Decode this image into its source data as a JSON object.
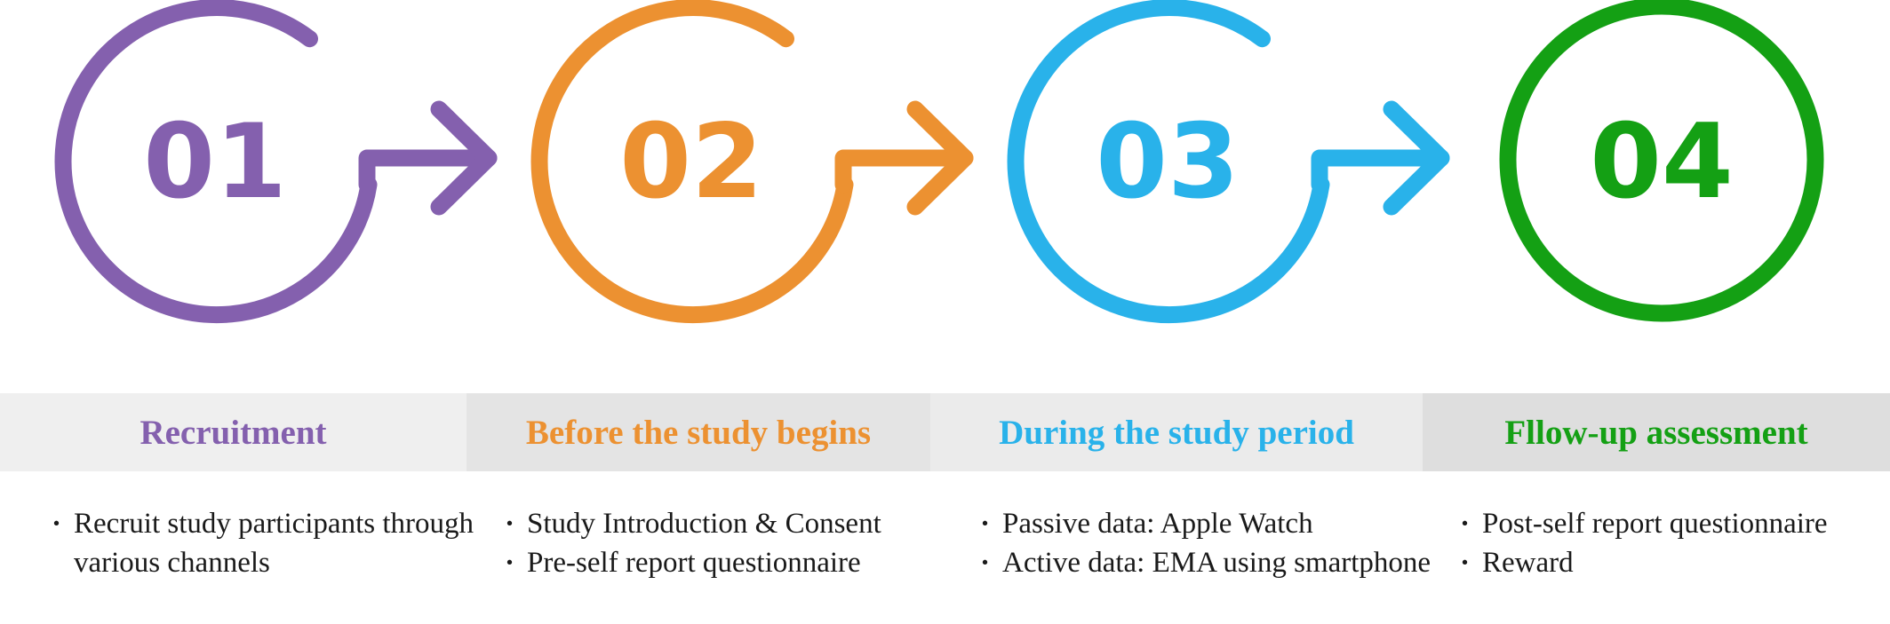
{
  "steps": [
    {
      "number": "01",
      "color": "#8460AE",
      "band_bg": "#EFEFEF",
      "title": "Recruitment",
      "has_arrow": true,
      "bullets": [
        "Recruit study participants through various channels"
      ]
    },
    {
      "number": "02",
      "color": "#EC9131",
      "band_bg": "#E4E4E4",
      "title": "Before the study begins",
      "has_arrow": true,
      "bullets": [
        "Study Introduction & Consent",
        "Pre-self report questionnaire"
      ]
    },
    {
      "number": "03",
      "color": "#29B2EA",
      "band_bg": "#EBEBEB",
      "title": "During the study period",
      "has_arrow": true,
      "bullets": [
        "Passive data: Apple Watch",
        "Active data: EMA using smartphone"
      ]
    },
    {
      "number": "04",
      "color": "#14A014",
      "band_bg": "#DEDEDE",
      "title": "Fllow-up assessment",
      "has_arrow": false,
      "bullets": [
        "Post-self report questionnaire",
        "Reward"
      ]
    }
  ]
}
